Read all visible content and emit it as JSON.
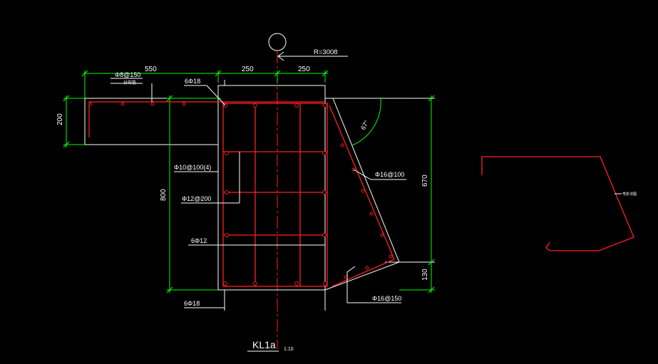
{
  "colors": {
    "background": "#000000",
    "outline": "#ffffff",
    "rebar": "#ff2020",
    "dimension": "#00ff00"
  },
  "axis": {
    "marker_icon": "grid-axis-circle",
    "radius_label": "R=3008"
  },
  "dimensions": {
    "top_overhang": "550",
    "top_left_core": "250",
    "top_right_core": "250",
    "left_height": "200",
    "beam_height": "800",
    "right_height": "670",
    "right_bottom": "130",
    "angle": "67°"
  },
  "rebar_labels": {
    "slab_spacing": "Φ8@150",
    "slab_note": "分布筋",
    "top_bars": "6Φ18",
    "stirrups": "Φ10@100(4)",
    "side_bars": "Φ12@200",
    "middle_bars": "6Φ12",
    "bottom_bars": "6Φ18",
    "haunch_upper": "Φ16@100",
    "haunch_lower": "Φ16@150"
  },
  "title": {
    "name": "KL1a",
    "scale": "1:10"
  },
  "detail": {
    "note": "弯折详图"
  }
}
